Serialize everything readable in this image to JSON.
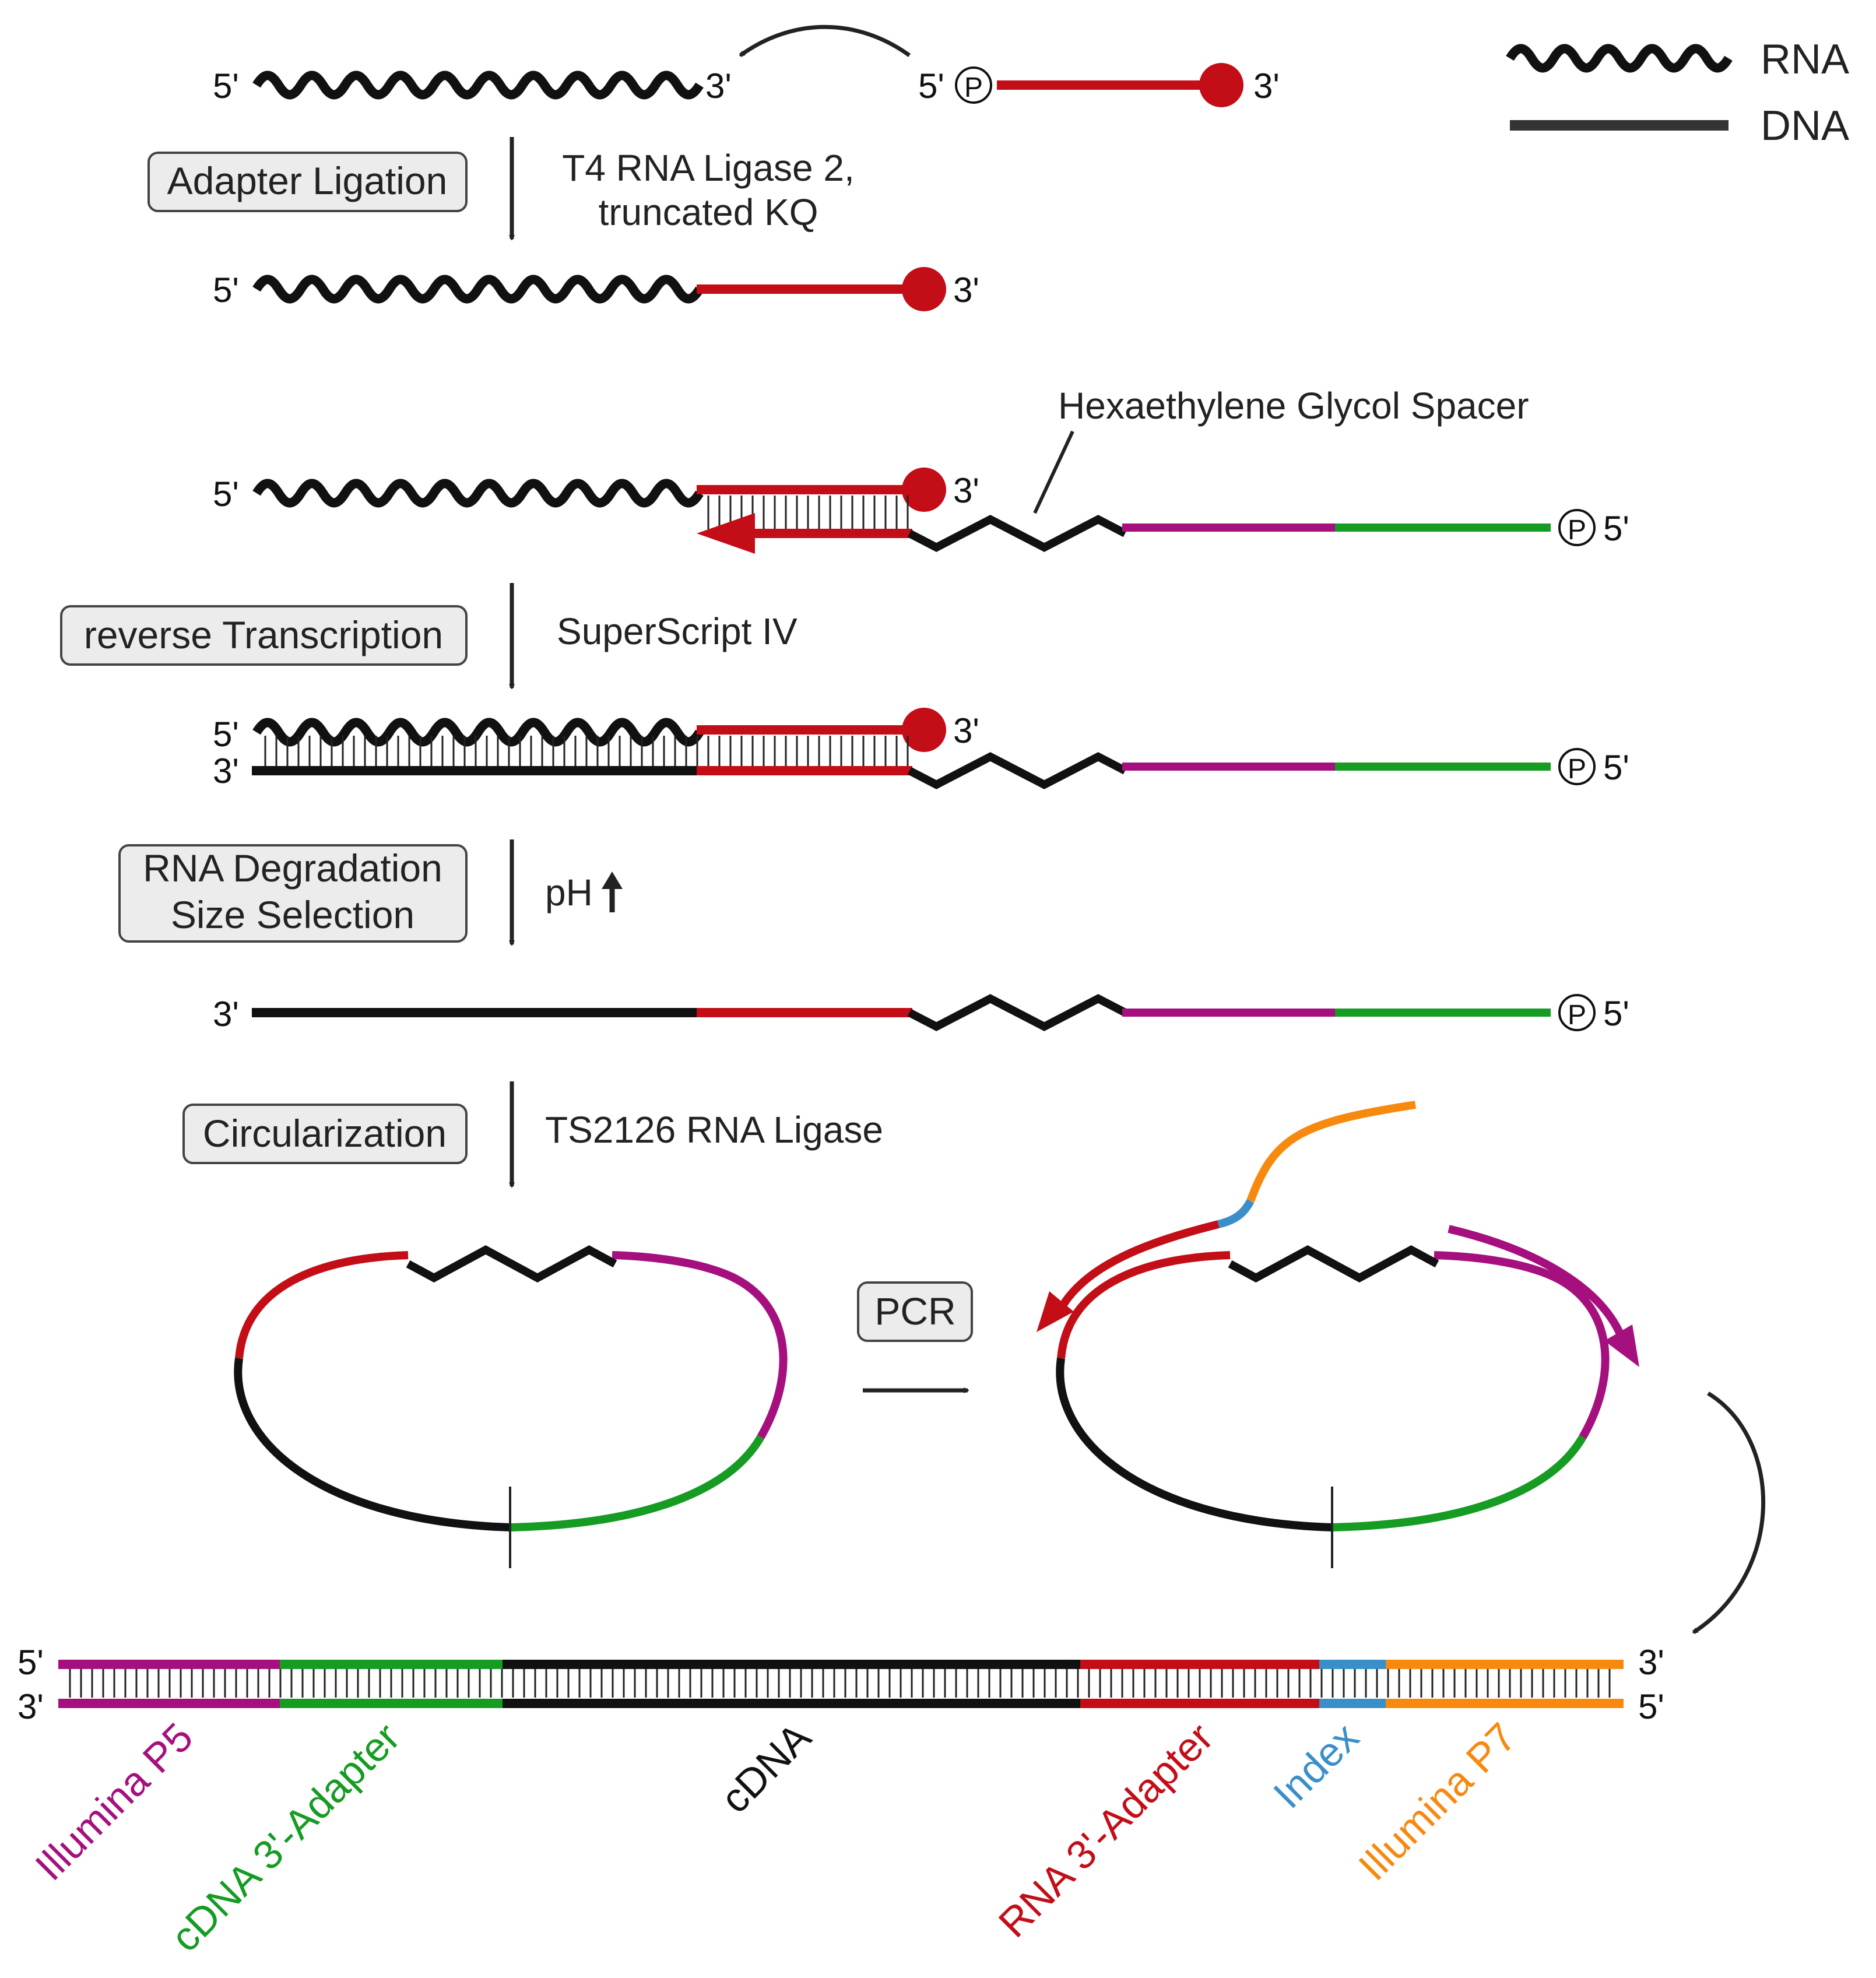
{
  "colors": {
    "rna": "#111111",
    "dna": "#111111",
    "rna_adapter": "#c30d17",
    "illumina_p5": "#a5107e",
    "cdna_adapter": "#169b23",
    "index": "#3b8fc8",
    "illumina_p7": "#f7890f"
  },
  "legend": {
    "rna": "RNA",
    "dna": "DNA"
  },
  "ends": {
    "five": "5'",
    "three": "3'",
    "phosphate": "P"
  },
  "steps": {
    "ligation": "Adapter Ligation",
    "ligation_enzyme_line1": "T4 RNA Ligase 2,",
    "ligation_enzyme_line2": "truncated KQ",
    "spacer": "Hexaethylene Glycol Spacer",
    "rt": "reverse Transcription",
    "rt_enzyme": "SuperScript IV",
    "degradation_line1": "RNA Degradation",
    "degradation_line2": "Size Selection",
    "ph": "pH",
    "circularization": "Circularization",
    "circ_enzyme": "TS2126 RNA Ligase",
    "pcr": "PCR"
  },
  "segments": {
    "p5": "Illumina P5",
    "cdna_adapter": "cDNA 3'-Adapter",
    "cdna": "cDNA",
    "rna_adapter": "RNA 3'-Adapter",
    "index": "Index",
    "p7": "Illumina P7"
  }
}
